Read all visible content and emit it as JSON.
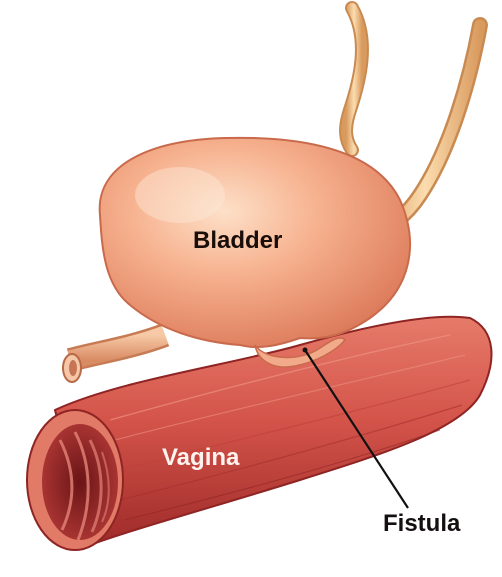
{
  "labels": {
    "bladder": "Bladder",
    "vagina": "Vagina",
    "fistula": "Fistula"
  },
  "colors": {
    "bladder_fill": "#f2a27e",
    "bladder_highlight": "#fbd3b8",
    "ureter_fill": "#f2c48e",
    "vagina_fill": "#d8574a",
    "vagina_dark": "#a52e2a",
    "lumen_fill": "#8a1f22",
    "pointer_line": "#111111"
  }
}
